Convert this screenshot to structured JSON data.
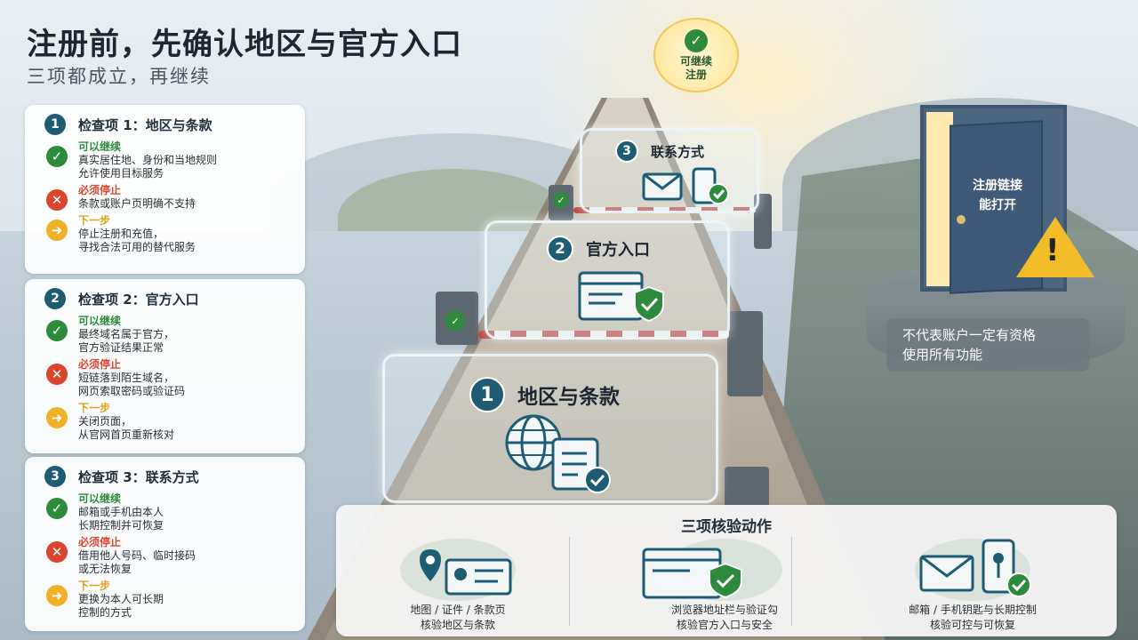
{
  "header": {
    "title": "注册前，先确认地区与官方入口",
    "subtitle": "三项都成立，再继续"
  },
  "checks": [
    {
      "num": "1",
      "title": "检查项 1：地区与条款",
      "ok_label": "可以继续",
      "ok_text": [
        "真实居住地、身份和当地规则",
        "允许使用目标服务"
      ],
      "stop_label": "必须停止",
      "stop_text": [
        "条款或账户页明确不支持"
      ],
      "next_label": "下一步",
      "next_text": [
        "停止注册和充值，",
        "寻找合法可用的替代服务"
      ]
    },
    {
      "num": "2",
      "title": "检查项 2：官方入口",
      "ok_label": "可以继续",
      "ok_text": [
        "最终域名属于官方，",
        "官方验证结果正常"
      ],
      "stop_label": "必须停止",
      "stop_text": [
        "短链落到陌生域名，",
        "网页索取密码或验证码"
      ],
      "next_label": "下一步",
      "next_text": [
        "关闭页面，",
        "从官网首页重新核对"
      ]
    },
    {
      "num": "3",
      "title": "检查项 3：联系方式",
      "ok_label": "可以继续",
      "ok_text": [
        "邮箱或手机由本人",
        "长期控制并可恢复"
      ],
      "stop_label": "必须停止",
      "stop_text": [
        "借用他人号码、临时接码",
        "或无法恢复"
      ],
      "next_label": "下一步",
      "next_text": [
        "更换为本人可长期",
        "控制的方式"
      ]
    }
  ],
  "gates": {
    "g1": {
      "num": "1",
      "label": "地区与条款"
    },
    "g2": {
      "num": "2",
      "label": "官方入口"
    },
    "g3": {
      "num": "3",
      "label": "联系方式"
    }
  },
  "badge": {
    "line1": "可继续",
    "line2": "注册"
  },
  "door": {
    "line1": "注册链接",
    "line2": "能打开"
  },
  "note": {
    "line1": "不代表账户一定有资格",
    "line2": "使用所有功能"
  },
  "panel": {
    "title": "三项核验动作",
    "actions": [
      {
        "line1": "地图 / 证件 / 条款页",
        "line2": "核验地区与条款"
      },
      {
        "line1": "浏览器地址栏与验证勾",
        "line2": "核验官方入口与安全"
      },
      {
        "line1": "邮箱 / 手机钥匙与长期控制",
        "line2": "核验可控与可恢复"
      }
    ]
  },
  "colors": {
    "accent": "#1f5c73",
    "ok": "#2e8b3e",
    "stop": "#d9452e",
    "next": "#f0b128"
  },
  "icons": {
    "ok": "check-circle-icon",
    "stop": "x-circle-icon",
    "next": "arrow-right-circle-icon",
    "globe": "globe-icon",
    "document": "document-check-icon",
    "browser": "browser-shield-icon",
    "mail": "mail-icon",
    "phone": "phone-icon",
    "warning": "warning-triangle-icon",
    "door": "door-icon"
  }
}
